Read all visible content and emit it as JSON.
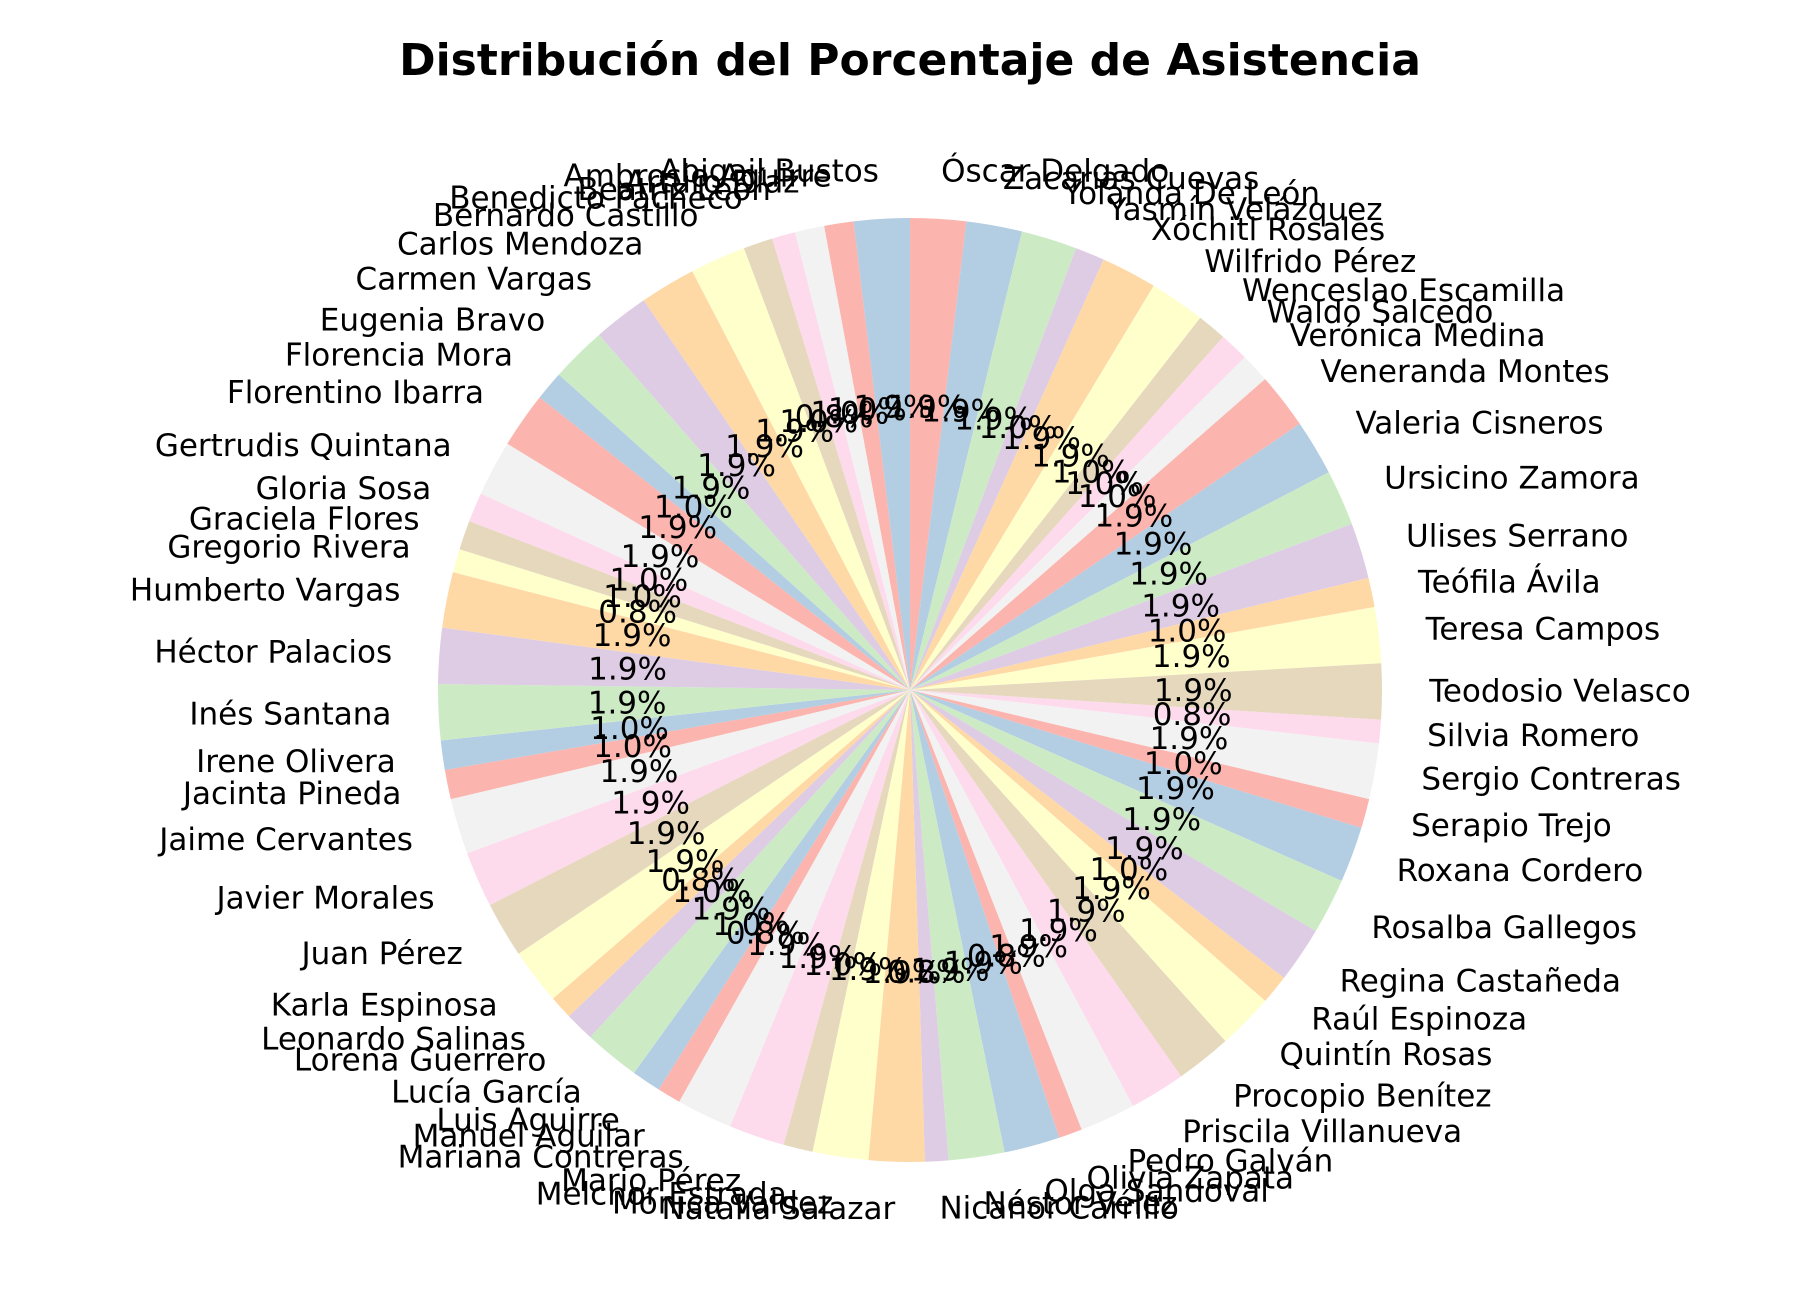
{
  "chart_data": {
    "type": "pie",
    "title": "Distribución del Porcentaje de Asistencia",
    "start_angle_deg": 90,
    "direction": "clockwise",
    "palette": [
      "#fbb4ae",
      "#b3cde3",
      "#ccebc5",
      "#decbe4",
      "#fed9a6",
      "#ffffcc",
      "#e5d8bd",
      "#fddaec",
      "#f2f2f2"
    ],
    "categories": [
      "Óscar Delgado",
      "Zacarías Cuevas",
      "Yolanda De León",
      "Yasmín Velázquez",
      "Xóchitl Rosales",
      "Wilfrido Pérez",
      "Wenceslao Escamilla",
      "Waldo Salcedo",
      "Verónica Medina",
      "Veneranda Montes",
      "Valeria Cisneros",
      "Ursicino Zamora",
      "Ulises Serrano",
      "Teófila Ávila",
      "Teresa Campos",
      "Teodosio Velasco",
      "Silvia Romero",
      "Sergio Contreras",
      "Serapio Trejo",
      "Roxana Cordero",
      "Rosalba Gallegos",
      "Regina Castañeda",
      "Raúl Espinoza",
      "Quintín Rosas",
      "Procopio Benítez",
      "Priscila Villanueva",
      "Pedro Galván",
      "Olivia Zapata",
      "Olga Sandoval",
      "Néstor Vélez",
      "Nicanor Carrillo",
      "Natalia Salazar",
      "Mónica Valdez",
      "Melchor Estrada",
      "Mario Pérez",
      "Mariana Contreras",
      "Manuel Aguilar",
      "Luis Aguirre",
      "Lucía García",
      "Lorena Guerrero",
      "Leonardo Salinas",
      "Karla Espinosa",
      "Juan Pérez",
      "Javier Morales",
      "Jaime Cervantes",
      "Jacinta Pineda",
      "Irene Olivera",
      "Inés Santana",
      "Héctor Palacios",
      "Humberto Vargas",
      "Gregorio Rivera",
      "Graciela Flores",
      "Gloria Sosa",
      "Gertrudis Quintana",
      "Florentino Ibarra",
      "Florencia Mora",
      "Eugenia Bravo",
      "Carmen Vargas",
      "Carlos Mendoza",
      "Bernardo Castillo",
      "Benedicto Pacheco",
      "Beatriz León",
      "Arturo Díaz",
      "Ambrosio Aguirre",
      "Abigail Bustos"
    ],
    "values": [
      1.9,
      1.9,
      1.9,
      1.0,
      1.9,
      1.9,
      1.0,
      1.0,
      1.0,
      1.9,
      1.9,
      1.9,
      1.9,
      1.0,
      1.9,
      1.9,
      0.8,
      1.9,
      1.0,
      1.9,
      1.9,
      1.9,
      1.0,
      1.9,
      1.9,
      1.9,
      1.9,
      0.8,
      1.9,
      1.9,
      0.8,
      1.9,
      1.9,
      1.0,
      1.9,
      1.9,
      0.8,
      1.0,
      1.9,
      1.0,
      0.8,
      1.9,
      1.9,
      1.9,
      1.9,
      1.0,
      1.0,
      1.9,
      1.9,
      1.9,
      0.8,
      1.0,
      1.0,
      1.9,
      1.9,
      1.0,
      1.9,
      1.9,
      1.9,
      1.9,
      1.0,
      0.8,
      1.0,
      1.0,
      1.9
    ],
    "label_format": "{v}%"
  }
}
